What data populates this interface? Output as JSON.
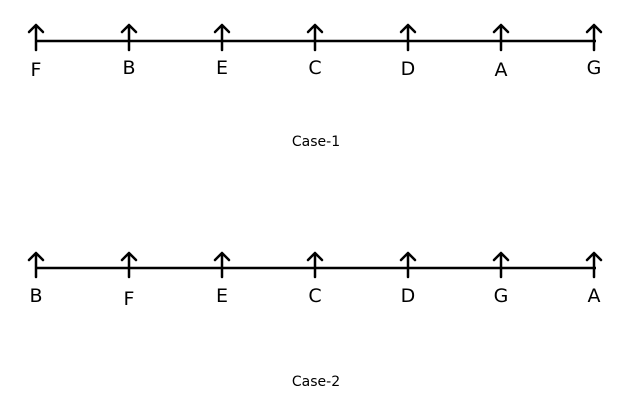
{
  "diagrams": [
    {
      "caption": "Case-1",
      "points": [
        "F",
        "B",
        "E",
        "C",
        "D",
        "A",
        "G"
      ]
    },
    {
      "caption": "Case-2",
      "points": [
        "B",
        "F",
        "E",
        "C",
        "D",
        "G",
        "A"
      ]
    }
  ]
}
